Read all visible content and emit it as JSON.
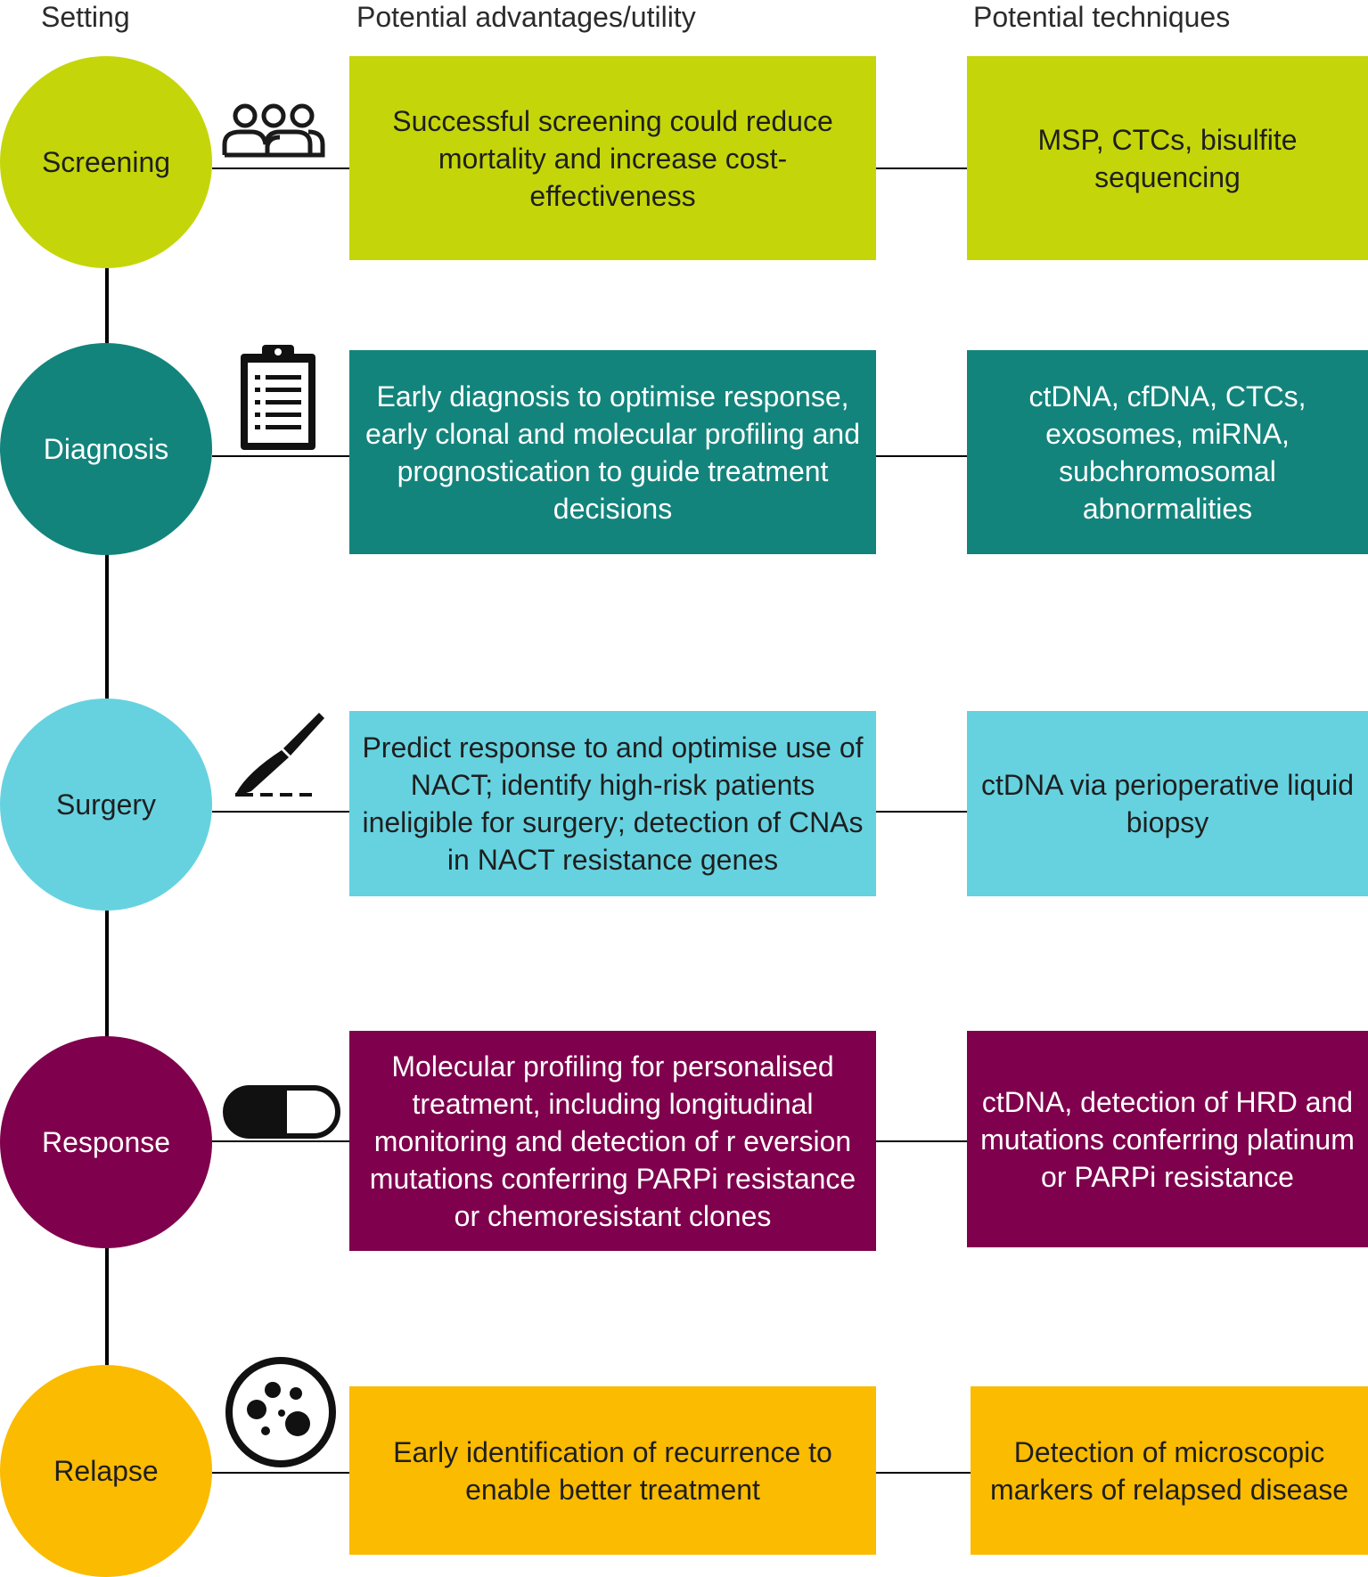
{
  "headers": {
    "setting": "Setting",
    "advantages": "Potential advantages/utility",
    "techniques": "Potential techniques"
  },
  "colors": {
    "screening": "#c4d60a",
    "diagnosis": "#13847c",
    "surgery": "#66d2e0",
    "response": "#7f004d",
    "relapse": "#fbbb00"
  },
  "rows": [
    {
      "setting": "Screening",
      "icon": "people-icon",
      "advantage": "Successful screening could reduce mortality and increase cost-effectiveness",
      "technique": "MSP, CTCs,  bisulfite sequencing"
    },
    {
      "setting": "Diagnosis",
      "icon": "clipboard-icon",
      "advantage": "Early diagnosis to optimise response, early clonal and molecular profiling and prognostication to guide treatment decisions",
      "technique": "ctDNA, cfDNA, CTCs, exosomes, miRNA, subchromosomal abnormalities"
    },
    {
      "setting": "Surgery",
      "icon": "scalpel-icon",
      "advantage": "Predict response to and optimise use of NACT; identify high-risk patients ineligible for surgery; detection of CNAs in NACT resistance genes",
      "technique": "ctDNA via perioperative liquid biopsy"
    },
    {
      "setting": "Response",
      "icon": "pill-icon",
      "advantage": "Molecular profiling for personalised treatment, including longitudinal monitoring and detection of r eversion mutations conferring PARPi resistance or chemoresistant clones",
      "technique": "ctDNA, detection of HRD and mutations conferring platinum or PARPi resistance"
    },
    {
      "setting": "Relapse",
      "icon": "petri-dish-icon",
      "advantage": "Early identification of recurrence to enable better treatment",
      "technique": "Detection of microscopic markers of relapsed disease"
    }
  ]
}
